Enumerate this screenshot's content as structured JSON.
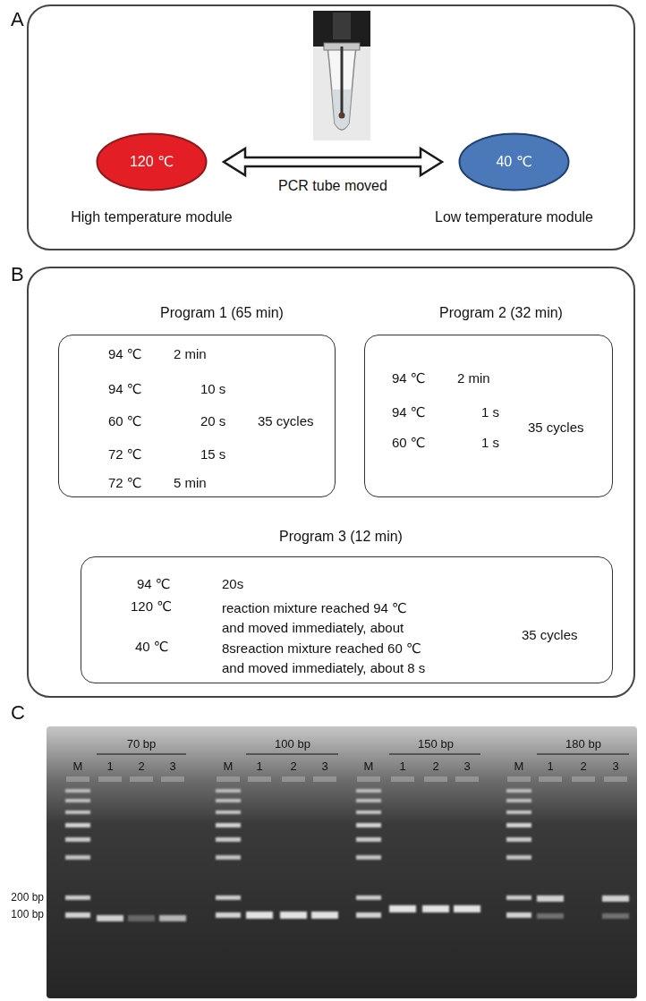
{
  "diagram": {
    "nodes": [
      {
        "text": [
          "A"
        ]
      },
      {
        "text": [
          "120 ℃",
          "High temperature module"
        ],
        "in": 0
      },
      {
        "text": [
          "40 ℃",
          "Low temperature module"
        ],
        "in": 0
      },
      {
        "text": [
          "B"
        ]
      },
      {
        "text": [
          "Program 1 (65 min)",
          "94 ℃",
          "2 min",
          "94 ℃",
          "10 s",
          "35 cycles",
          "60 ℃",
          "20 s",
          "72 ℃",
          "15 s",
          "72 ℃",
          "5 min"
        ],
        "in": 3
      },
      {
        "text": [
          "Program 2 (32 min)",
          "94 ℃",
          "2 min",
          "94 ℃",
          "1 s",
          "35 cycles",
          "60 ℃",
          "1 s"
        ],
        "in": 3
      },
      {
        "text": [
          "Program 3 (12 min)",
          "94 ℃",
          "20s",
          "120 ℃",
          "reaction mixture reached 94 ℃ and moved immediately, about",
          "40 ℃",
          "8sreaction mixture reached 60 ℃ and moved immediately, about 8 s",
          "35 cycles"
        ],
        "in": 3
      }
    ],
    "edges": [
      {
        "from": 1,
        "to": 2,
        "label": "PCR tube moved",
        "arrow": "both"
      }
    ],
    "labels": [
      "C",
      "70 bp",
      "100 bp",
      "150 bp",
      "180 bp",
      "M",
      "1",
      "2",
      "3",
      "M",
      "1",
      "2",
      "3",
      "M",
      "1",
      "2",
      "3",
      "M",
      "1",
      "2",
      "3",
      "200 bp",
      "100 bp"
    ]
  }
}
